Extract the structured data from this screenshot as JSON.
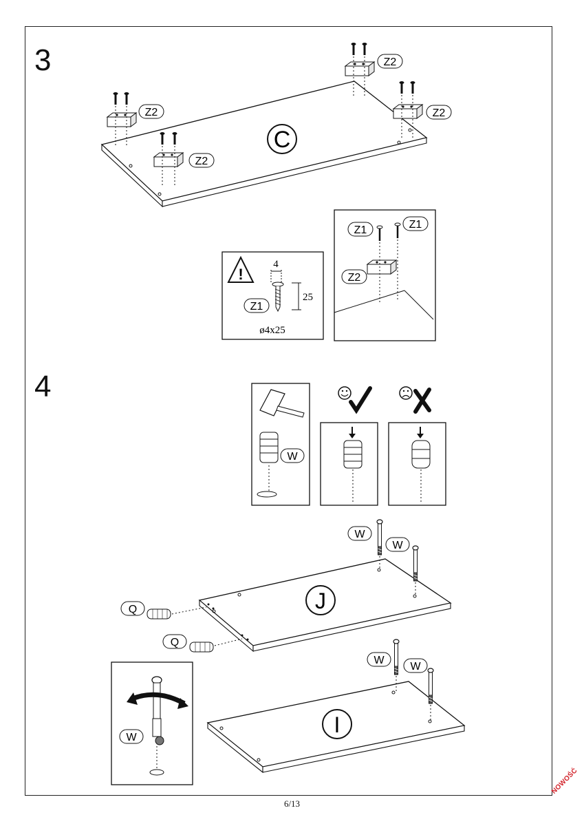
{
  "steps": [
    {
      "number": "3",
      "panel_letter": "C",
      "callout": "Z2",
      "detail": {
        "dimension_head": "4",
        "dimension_length": "25",
        "screw_label": "Z1",
        "spec": "ø4x25",
        "bracket_label": "Z2"
      }
    },
    {
      "number": "4",
      "panels": [
        "J",
        "I"
      ],
      "cam_label": "W",
      "dowel_label": "Q",
      "ok_icon": "smile-check-icon",
      "bad_icon": "frown-cross-icon"
    }
  ],
  "footer": {
    "page": "6/13"
  },
  "brand": {
    "stamp": "NOWOŚĆ",
    "color": "#d2232a"
  }
}
